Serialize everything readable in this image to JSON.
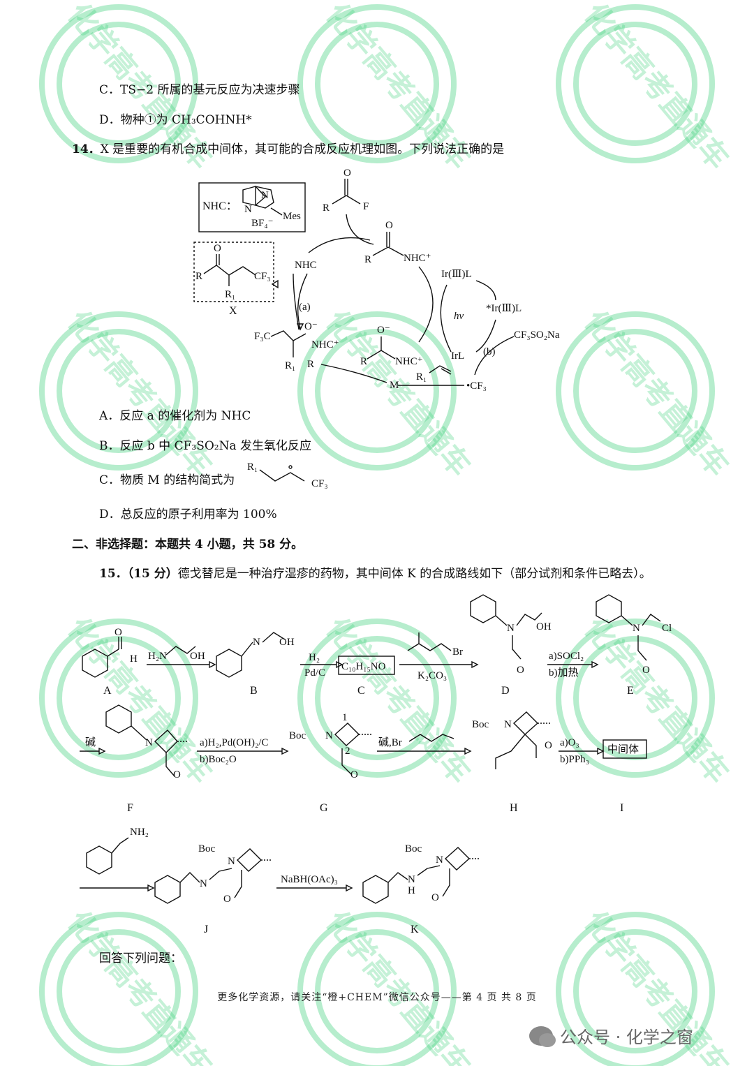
{
  "watermark": {
    "text": "化学高考直通车",
    "color": "#2ecc71"
  },
  "q13_tail": {
    "option_c": "C．TS−2 所属的基元反应为决速步骤",
    "option_d": "D．物种①为 CH₃COHNH*"
  },
  "q14": {
    "number": "14．",
    "stem": "X 是重要的有机合成中间体，其可能的合成反应机理如图。下列说法正确的是",
    "option_a": "A．反应 a 的催化剂为 NHC",
    "option_b": "B．反应 b 中 CF₃SO₂Na 发生氧化反应",
    "option_c": "C．物质 M 的结构简式为",
    "option_d": "D．总反应的原子利用率为 100%",
    "scheme_labels": {
      "nhc_def": "NHC：",
      "mes": "Mes",
      "bf4": "BF₄⁻",
      "nhc": "NHC",
      "acyl_nhc": "NHC⁺",
      "x_label": "X",
      "r1": "R₁",
      "cf3": "CF₃",
      "a": "(a)",
      "b": "(b)",
      "ir1": "Ir(Ⅲ)L",
      "ir2": "*Ir(Ⅲ)L",
      "irl": "IrL",
      "hv": "hν",
      "reagent": "CF₃SO₂Na",
      "radical_cf3": "•CF₃",
      "m": "M",
      "f3c": "F₃C",
      "r": "R",
      "f": "F",
      "o": "O",
      "o_minus": "O⁻"
    }
  },
  "section2": {
    "title": "二、非选择题：本题共 4 小题，共 58 分。"
  },
  "q15": {
    "number": "15．",
    "points": "（15 分）",
    "stem": "德戈替尼是一种治疗湿疹的药物，其中间体 K 的合成路线如下（部分试剂和条件已略去）。",
    "compounds": [
      "A",
      "B",
      "C",
      "D",
      "E",
      "F",
      "G",
      "H",
      "I",
      "J",
      "K"
    ],
    "formula_c": "C₁₀H₁₅NO",
    "intermediate": "中间体",
    "reagents": {
      "ab": "H₂N",
      "ab_oh": "OH",
      "bc_1": "H₂",
      "bc_2": "Pd/C",
      "cd_base": "K₂CO₃",
      "cd_br": "Br",
      "de_1": "a)SOCl₂",
      "de_2": "b)加热",
      "ef": "碱",
      "fg_1": "a)H₂,Pd(OH)₂/C",
      "fg_2": "b)Boc₂O",
      "gh": "碱,Br",
      "hi_1": "a)O₃",
      "hi_2": "b)PPh₃",
      "ij": "NH₂",
      "jk": "NaBH(OAc)₃"
    },
    "atom_labels": {
      "n": "N",
      "oh": "OH",
      "cl": "Cl",
      "o": "O",
      "h": "H",
      "boc": "Boc",
      "pos1": "1",
      "pos2": "2"
    }
  },
  "answer_prompt": "回答下列问题：",
  "footer": "更多化学资源，请关注“橙+CHEM”微信公众号——第 4 页 共 8 页",
  "wechat": "公众号 · 化学之窗"
}
